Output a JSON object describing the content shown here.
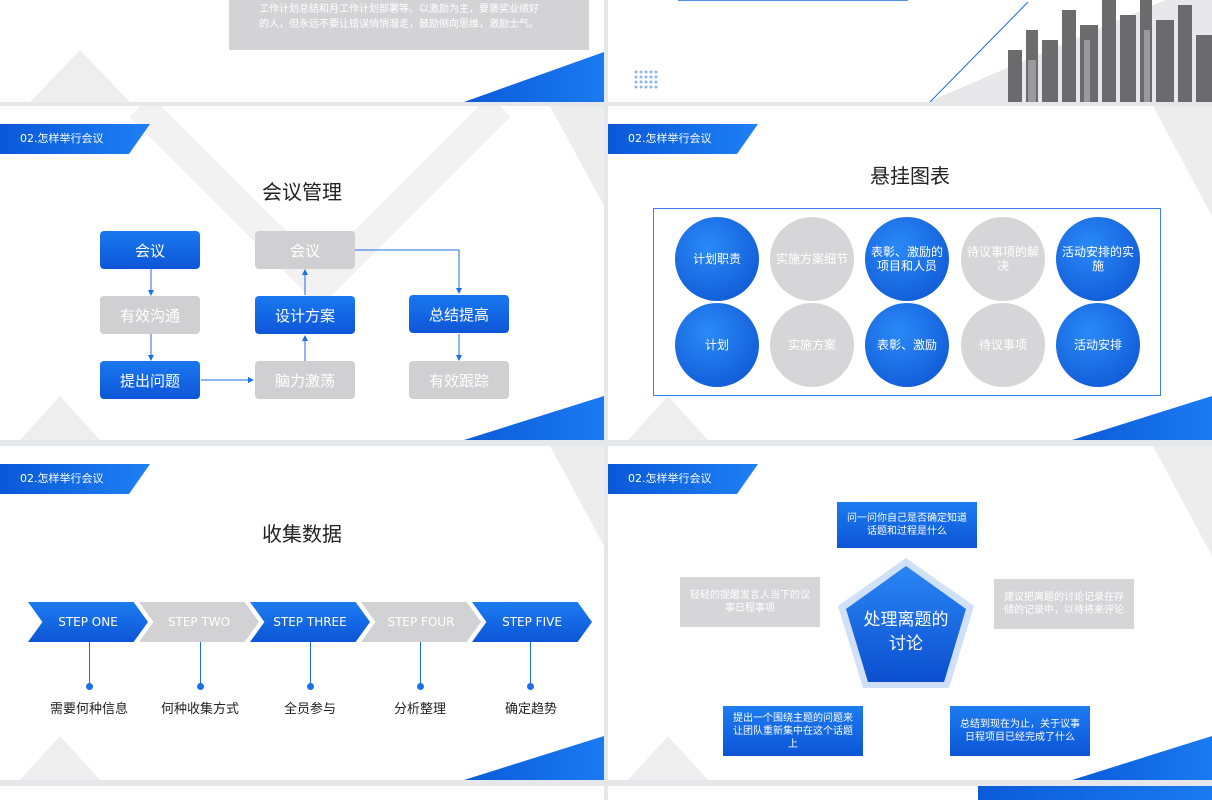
{
  "slide1": {
    "text_line1": "工作计划总结和月工作计划部署等。以激励为主，要褒奖业绩好",
    "text_line2": "的人，但永远不要让错误悄悄溜走，鼓励侧向思维，激励士气。"
  },
  "slide3": {
    "tag": "02.怎样举行会议",
    "title": "会议管理",
    "boxes": {
      "b1": "会议",
      "b2": "有效沟通",
      "b3": "提出问题",
      "b4": "会议",
      "b5": "设计方案",
      "b6": "脑力激荡",
      "b7": "总结提高",
      "b8": "有效跟踪"
    }
  },
  "slide4": {
    "tag": "02.怎样举行会议",
    "title": "悬挂图表",
    "row1": [
      "计划职责",
      "实施方案细节",
      "表彰、激励的项目和人员",
      "待议事项的解决",
      "活动安排的实施"
    ],
    "row2": [
      "计划",
      "实施方案",
      "表彰、激励",
      "待议事项",
      "活动安排"
    ]
  },
  "slide5": {
    "tag": "02.怎样举行会议",
    "title": "收集数据",
    "steps": [
      "STEP ONE",
      "STEP TWO",
      "STEP THREE",
      "STEP FOUR",
      "STEP FIVE"
    ],
    "labels": [
      "需要何种信息",
      "何种收集方式",
      "全员参与",
      "分析整理",
      "确定趋势"
    ]
  },
  "slide6": {
    "tag": "02.怎样举行会议",
    "center": "处理离题的讨论",
    "top": "问一问你自己是否确定知道话题和过程是什么",
    "left": "轻轻的提醒发言人当下的议事日程事项",
    "right": "建议把离题的讨论记录在存储的记录中，以待将来评论",
    "bottom_left": "提出一个围绕主题的问题来让团队重新集中在这个话题上",
    "bottom_right": "总结到现在为止，关于议事日程项目已经完成了什么"
  },
  "colors": {
    "accent": "#0d5ddb",
    "gray": "#d0d0d2"
  }
}
